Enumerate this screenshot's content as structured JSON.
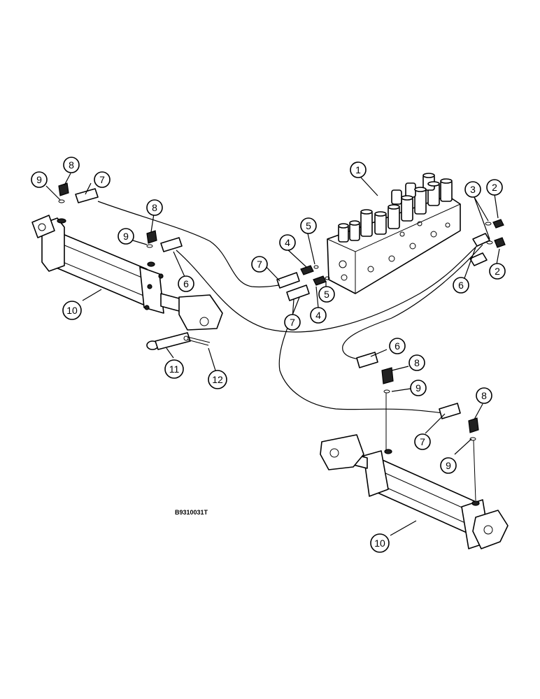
{
  "drawing": {
    "reference_code": "B9310031T"
  },
  "callouts": [
    {
      "id": "c1",
      "label": "1"
    },
    {
      "id": "c2a",
      "label": "2"
    },
    {
      "id": "c2b",
      "label": "2"
    },
    {
      "id": "c3",
      "label": "3"
    },
    {
      "id": "c4a",
      "label": "4"
    },
    {
      "id": "c4b",
      "label": "4"
    },
    {
      "id": "c5a",
      "label": "5"
    },
    {
      "id": "c5b",
      "label": "5"
    },
    {
      "id": "c6a",
      "label": "6"
    },
    {
      "id": "c6b",
      "label": "6"
    },
    {
      "id": "c6c",
      "label": "6"
    },
    {
      "id": "c7a",
      "label": "7"
    },
    {
      "id": "c7b",
      "label": "7"
    },
    {
      "id": "c7c",
      "label": "7"
    },
    {
      "id": "c7d",
      "label": "7"
    },
    {
      "id": "c8a",
      "label": "8"
    },
    {
      "id": "c8b",
      "label": "8"
    },
    {
      "id": "c8c",
      "label": "8"
    },
    {
      "id": "c8d",
      "label": "8"
    },
    {
      "id": "c9a",
      "label": "9"
    },
    {
      "id": "c9b",
      "label": "9"
    },
    {
      "id": "c9c",
      "label": "9"
    },
    {
      "id": "c9d",
      "label": "9"
    },
    {
      "id": "c10a",
      "label": "10"
    },
    {
      "id": "c10b",
      "label": "10"
    },
    {
      "id": "c11",
      "label": "11"
    },
    {
      "id": "c12",
      "label": "12"
    }
  ]
}
